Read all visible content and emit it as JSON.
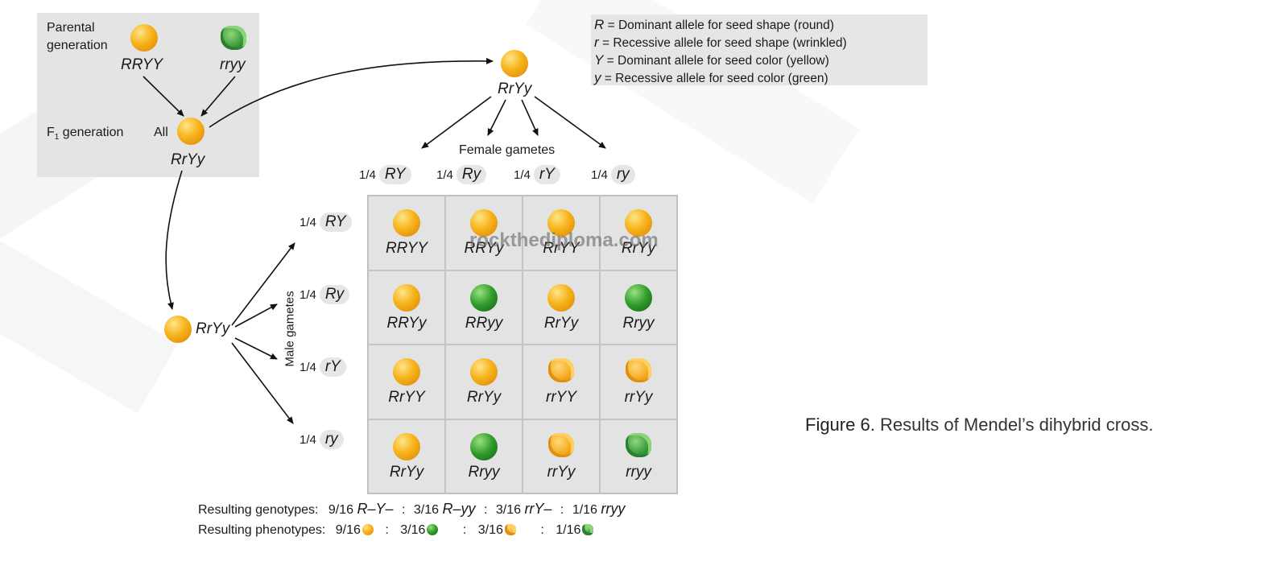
{
  "parental": {
    "label_line1": "Parental",
    "label_line2": "generation",
    "parent1_genotype": "RRYY",
    "parent2_genotype": "rryy"
  },
  "f1": {
    "label": "F",
    "label_sub": "1",
    "label_rest": " generation",
    "all_label": "All",
    "genotype": "RrYy"
  },
  "female_parent_genotype": "RrYy",
  "male_parent_genotype": "RrYy",
  "key": [
    {
      "symbol": "R",
      "text": " = Dominant allele for seed shape (round)"
    },
    {
      "symbol": "r",
      "text": "  = Recessive allele for seed shape (wrinkled)"
    },
    {
      "symbol": "Y",
      "text": " = Dominant allele for seed color (yellow)"
    },
    {
      "symbol": "y",
      "text": " = Recessive allele for seed color (green)"
    }
  ],
  "female_gametes_label": "Female gametes",
  "male_gametes_label": "Male gametes",
  "female_gametes": [
    {
      "fraction": "1/4",
      "allele": "RY"
    },
    {
      "fraction": "1/4",
      "allele": "Ry"
    },
    {
      "fraction": "1/4",
      "allele": "rY"
    },
    {
      "fraction": "1/4",
      "allele": "ry"
    }
  ],
  "male_gametes": [
    {
      "fraction": "1/4",
      "allele": "RY"
    },
    {
      "fraction": "1/4",
      "allele": "Ry"
    },
    {
      "fraction": "1/4",
      "allele": "rY"
    },
    {
      "fraction": "1/4",
      "allele": "ry"
    }
  ],
  "punnett": [
    [
      {
        "g": "RRYY",
        "p": "round-yellow"
      },
      {
        "g": "RRYy",
        "p": "round-yellow"
      },
      {
        "g": "RrYY",
        "p": "round-yellow"
      },
      {
        "g": "RrYy",
        "p": "round-yellow"
      }
    ],
    [
      {
        "g": "RRYy",
        "p": "round-yellow"
      },
      {
        "g": "RRyy",
        "p": "round-green"
      },
      {
        "g": "RrYy",
        "p": "round-yellow"
      },
      {
        "g": "Rryy",
        "p": "round-green"
      }
    ],
    [
      {
        "g": "RrYY",
        "p": "round-yellow"
      },
      {
        "g": "RrYy",
        "p": "round-yellow"
      },
      {
        "g": "rrYY",
        "p": "wrinkled-yellow"
      },
      {
        "g": "rrYy",
        "p": "wrinkled-yellow"
      }
    ],
    [
      {
        "g": "RrYy",
        "p": "round-yellow"
      },
      {
        "g": "Rryy",
        "p": "round-green"
      },
      {
        "g": "rrYy",
        "p": "wrinkled-yellow"
      },
      {
        "g": "rryy",
        "p": "wrinkled-green"
      }
    ]
  ],
  "results": {
    "genotypes_label": "Resulting genotypes:",
    "genotypes": [
      {
        "ratio": "9/16",
        "class": "R–Y–"
      },
      {
        "ratio": "3/16",
        "class": "R–yy"
      },
      {
        "ratio": "3/16",
        "class": "rrY–"
      },
      {
        "ratio": "1/16",
        "class": "rryy"
      }
    ],
    "phenotypes_label": "Resulting phenotypes:",
    "phenotypes": [
      {
        "ratio": "9/16",
        "icon": "round-yellow-pea-icon"
      },
      {
        "ratio": "3/16",
        "icon": "round-green-pea-icon"
      },
      {
        "ratio": "3/16",
        "icon": "wrinkled-yellow-pea-icon"
      },
      {
        "ratio": "1/16",
        "icon": "wrinkled-green-pea-icon"
      }
    ],
    "separator": ":"
  },
  "watermark": "rockthediploma.com",
  "caption": {
    "label": "Figure 6.",
    "text": " Results of Mendel’s dihybrid cross."
  },
  "colors": {
    "yellow_pea": "#f7b31a",
    "green_pea": "#2f9a2a",
    "panel_gray": "#e4e4e4"
  }
}
